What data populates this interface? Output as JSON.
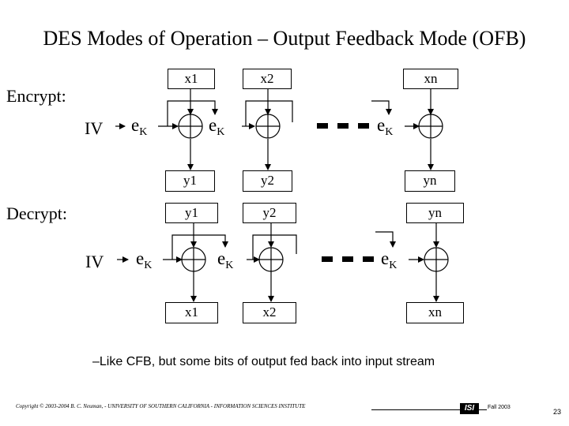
{
  "title": "DES Modes of Operation – Output Feedback Mode (OFB)",
  "encrypt": {
    "label": "Encrypt:",
    "iv": "IV",
    "inputs": [
      "x1",
      "x2",
      "xn"
    ],
    "cipher": [
      "e",
      "K"
    ],
    "outputs": [
      "y1",
      "y2",
      "yn"
    ]
  },
  "decrypt": {
    "label": "Decrypt:",
    "iv": "IV",
    "inputs": [
      "y1",
      "y2",
      "yn"
    ],
    "cipher": [
      "e",
      "K"
    ],
    "outputs": [
      "x1",
      "x2",
      "xn"
    ]
  },
  "note": "–Like CFB, but some bits of output fed back into input stream",
  "footer": {
    "copyright": "Copyright © 2003-2004 B. C. Neuman, - UNIVERSITY OF SOUTHERN CALIFORNIA - INFORMATION SCIENCES INSTITUTE",
    "logo": "ISI",
    "term": "Fall 2003",
    "page": "23"
  }
}
